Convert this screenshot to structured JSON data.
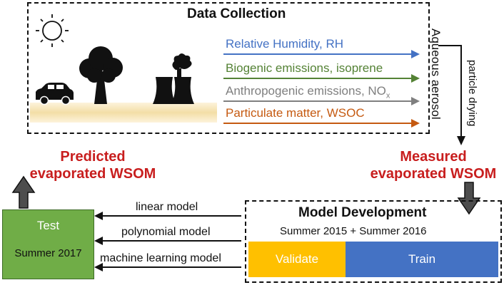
{
  "data_collection": {
    "title": "Data Collection",
    "inputs": [
      {
        "text": "Relative Humidity, RH",
        "color": "#4472c4"
      },
      {
        "text": "Biogenic emissions, isoprene",
        "color": "#548235"
      },
      {
        "text": "Anthropogenic emissions, NO",
        "sub": "x",
        "color": "#7f7f7f"
      },
      {
        "text": "Particulate matter, WSOC",
        "color": "#c55a11"
      }
    ],
    "target": "Aqueous aerosol",
    "process": "particle drying"
  },
  "measured_label": [
    "Measured",
    "evaporated WSOM"
  ],
  "predicted_label": [
    "Predicted",
    "evaporated WSOM"
  ],
  "model_development": {
    "title": "Model Development",
    "subtitle": "Summer 2015 + Summer 2016",
    "validate_label": "Validate",
    "train_label": "Train",
    "validate_color": "#ffc000",
    "train_color": "#4472c4"
  },
  "models": [
    "linear model",
    "polynomial model",
    "machine learning model"
  ],
  "test_box": {
    "title": "Test",
    "period": "Summer 2017",
    "color": "#70ad47"
  },
  "icons": [
    "sun-icon",
    "car-icon",
    "tree-icon",
    "factory-icon"
  ]
}
